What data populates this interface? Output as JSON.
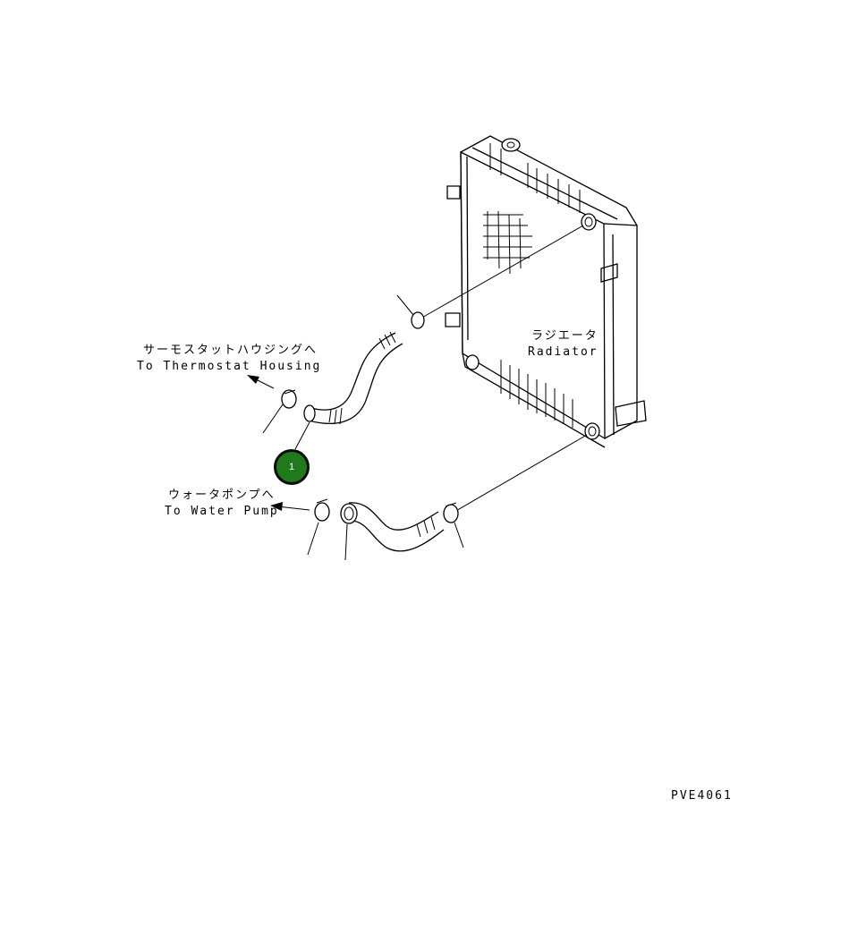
{
  "labels": {
    "thermostat_jp": "サーモスタットハウジングへ",
    "thermostat_en": "To Thermostat Housing",
    "pump_jp": "ウォータポンプへ",
    "pump_en": "To Water Pump",
    "radiator_jp": "ラジエータ",
    "radiator_en": "Radiator",
    "drawing_id": "PVE4061"
  },
  "callouts": [
    {
      "number": "1",
      "color": "#1f7a1a"
    }
  ]
}
